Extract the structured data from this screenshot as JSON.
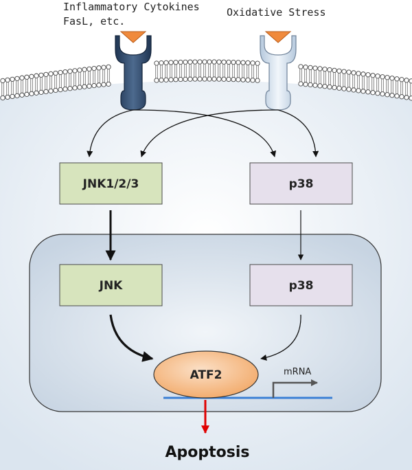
{
  "stimuli": {
    "left_line1": "Inflammatory Cytokines",
    "left_line2": "FasL, etc.",
    "right": "Oxidative Stress"
  },
  "cytoplasm": {
    "jnk_label": "JNK1/2/3",
    "p38_label": "p38"
  },
  "nucleus": {
    "jnk_label": "JNK",
    "p38_label": "p38",
    "atf2_label": "ATF2",
    "mrna_label": "mRNA"
  },
  "outcome": "Apoptosis",
  "colors": {
    "green_box": "#d7e4bd",
    "purple_box": "#e6e0ec",
    "atf2": "#f7c59a",
    "apoptosis_arrow": "#e00000",
    "dna_line": "#3a7fd5"
  }
}
